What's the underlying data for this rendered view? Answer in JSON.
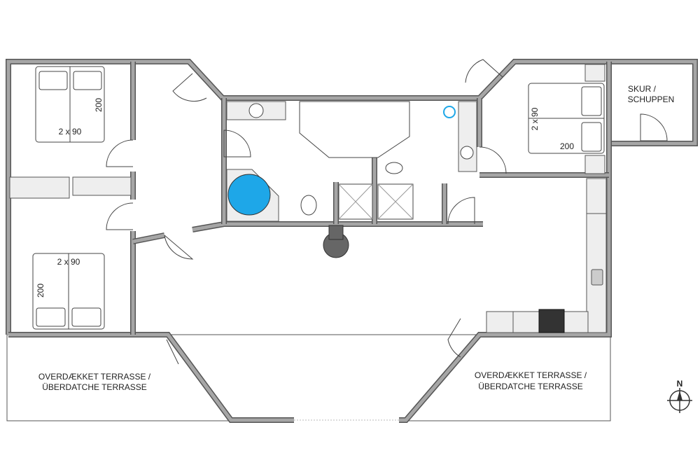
{
  "plan": {
    "rooms": {
      "storage": {
        "line1": "SKUR /",
        "line2": "SCHUPPEN"
      },
      "terrace_left": {
        "line1": "OVERDÆKKET TERRASSE /",
        "line2": "ÜBERDATCHE TERRASSE"
      },
      "terrace_right": {
        "line1": "OVERDÆKKET TERRASSE /",
        "line2": "ÜBERDATCHE TERRASSE"
      }
    },
    "beds": [
      {
        "width": "2 x 90",
        "length": "200"
      },
      {
        "width": "2 x 90",
        "length": "200"
      },
      {
        "width": "2 x 90",
        "length": "200"
      }
    ],
    "compass": {
      "label": "N"
    },
    "colors": {
      "wall": "#a6a6a6",
      "wall_outline": "#555555",
      "hot_tub": "#1ea7e8",
      "stove": "#333333",
      "cabinet": "#eeeeee"
    }
  }
}
